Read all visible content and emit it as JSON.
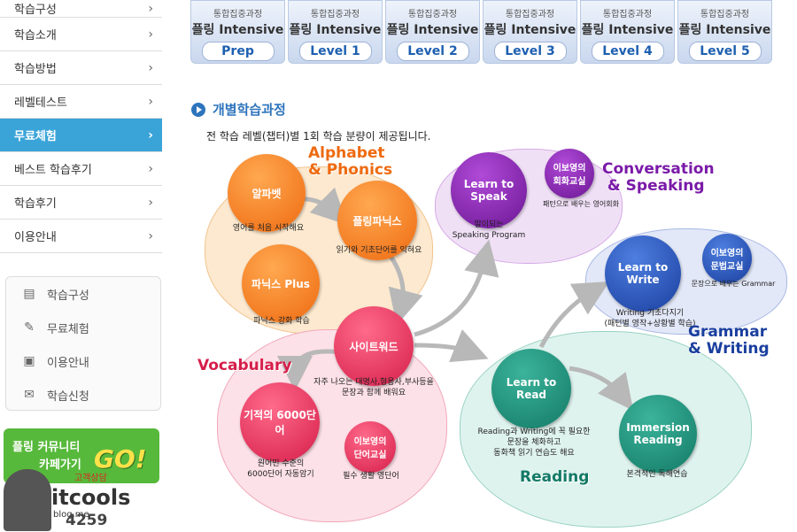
{
  "sidebar": {
    "items": [
      {
        "label": "학습구성"
      },
      {
        "label": "학습소개"
      },
      {
        "label": "학습방법"
      },
      {
        "label": "레벨테스트"
      },
      {
        "label": "무료체험"
      },
      {
        "label": "베스트 학습후기"
      },
      {
        "label": "학습후기"
      },
      {
        "label": "이용안내"
      }
    ],
    "active_index": 4,
    "quick": [
      {
        "label": "학습구성",
        "icon": "chat-icon"
      },
      {
        "label": "무료체험",
        "icon": "pencil-icon"
      },
      {
        "label": "이용안내",
        "icon": "book-icon"
      },
      {
        "label": "학습신청",
        "icon": "register-icon"
      }
    ],
    "community": {
      "line1": "플링 커뮤니티",
      "line2": "카페가기",
      "go": "GO!"
    },
    "cs": {
      "label": "고객상담",
      "number": "4259",
      "watermark": "itcools",
      "watermark2": "blog.me"
    }
  },
  "tabs": [
    {
      "sub": "통합집중과정",
      "name": "플링 Intensive",
      "level": "Prep"
    },
    {
      "sub": "통합집중과정",
      "name": "플링 Intensive",
      "level": "Level 1"
    },
    {
      "sub": "통합집중과정",
      "name": "플링 Intensive",
      "level": "Level 2"
    },
    {
      "sub": "통합집중과정",
      "name": "플링 Intensive",
      "level": "Level 3"
    },
    {
      "sub": "통합집중과정",
      "name": "플링 Intensive",
      "level": "Level 4"
    },
    {
      "sub": "통합집중과정",
      "name": "플링 Intensive",
      "level": "Level 5"
    }
  ],
  "section": {
    "title": "개별학습과정",
    "desc": "전 학습 레벨(챕터)별 1회 학습 분량이 제공됩니다."
  },
  "diagram": {
    "alphabet": {
      "title_line1": "Alphabet",
      "title_line2": "& Phonics",
      "c1": "알파벳",
      "c1_cap": "영어를 처음 시작해요",
      "c2": "플링파닉스",
      "c2_cap": "읽기와 기초단어를 익혀요",
      "c3": "파닉스 Plus",
      "c3_cap": "파닉스 강화 학습"
    },
    "conversation": {
      "title_line1": "Conversation",
      "title_line2": "& Speaking",
      "c1": "Learn to Speak",
      "c1_cap_line1": "말이되는",
      "c1_cap_line2": "Speaking Program",
      "c2_line1": "이보영의",
      "c2_line2": "회화교실",
      "c2_cap": "패턴으로 배우는 영어회화"
    },
    "grammar": {
      "title_line1": "Grammar",
      "title_line2": "& Writing",
      "c1": "Learn to Write",
      "c1_cap_line1": "Writing 기초다지기",
      "c1_cap_line2": "(패턴별 영작+상황별 학습)",
      "c2_line1": "이보영의",
      "c2_line2": "문법교실",
      "c2_cap": "문장으로 배우는 Grammar"
    },
    "vocabulary": {
      "title": "Vocabulary",
      "c1": "사이트워드",
      "c1_cap_line1": "자주 나오는 대명사,형용사,부사등을",
      "c1_cap_line2": "문장과 함께 배워요",
      "c2": "기적의 6000단어",
      "c2_cap_line1": "원어민 수준의",
      "c2_cap_line2": "6000단어 자동암기",
      "c3_line1": "이보영의",
      "c3_line2": "단어교실",
      "c3_cap": "필수 생활 영단어"
    },
    "reading": {
      "title": "Reading",
      "c1": "Learn to Read",
      "c1_cap_line1": "Reading과 Writing에 꼭 필요한",
      "c1_cap_line2": "문장을 체화하고",
      "c1_cap_line3": "동화책 읽기 연습도 해요",
      "c2_line1": "Immersion",
      "c2_line2": "Reading",
      "c2_cap": "본격적인 독해연습"
    }
  },
  "colors": {
    "accent": "#3aa4d8",
    "tab_pill_text": "#1d5fb0",
    "orange_title": "#ee6a10",
    "purple_title": "#7a1aa8",
    "navy_title": "#1a3f9e",
    "red_title": "#d51e4a",
    "teal_title": "#137a66"
  }
}
